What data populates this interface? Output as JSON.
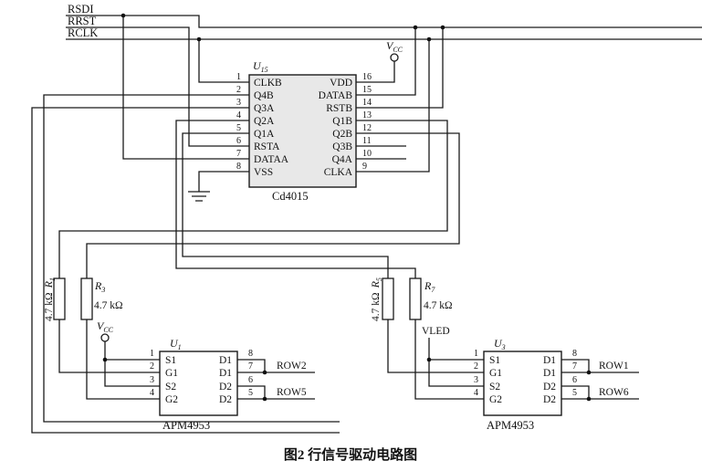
{
  "signals": {
    "s1": "RSDI",
    "s2": "RRST",
    "s3": "RCLK"
  },
  "sr": {
    "ref": "U",
    "ref_sub": "15",
    "part": "Cd4015",
    "left_pins": [
      {
        "num": "1",
        "name": "CLKB"
      },
      {
        "num": "2",
        "name": "Q4B"
      },
      {
        "num": "3",
        "name": "Q3A"
      },
      {
        "num": "4",
        "name": "Q2A"
      },
      {
        "num": "5",
        "name": "Q1A"
      },
      {
        "num": "6",
        "name": "RSTA"
      },
      {
        "num": "7",
        "name": "DATAA"
      },
      {
        "num": "8",
        "name": "VSS"
      }
    ],
    "right_pins": [
      {
        "num": "16",
        "name": "VDD"
      },
      {
        "num": "15",
        "name": "DATAB"
      },
      {
        "num": "14",
        "name": "RSTB"
      },
      {
        "num": "13",
        "name": "Q1B"
      },
      {
        "num": "12",
        "name": "Q2B"
      },
      {
        "num": "11",
        "name": "Q3B"
      },
      {
        "num": "10",
        "name": "Q4A"
      },
      {
        "num": "9",
        "name": "CLKA"
      }
    ]
  },
  "power": {
    "vcc_ref": "V",
    "vcc_sub": "CC",
    "vled": "VLED"
  },
  "resistors": [
    {
      "ref": "R",
      "sub": "1",
      "value": "4.7 kΩ"
    },
    {
      "ref": "R",
      "sub": "3",
      "value": "4.7 kΩ"
    },
    {
      "ref": "R",
      "sub": "5",
      "value": "4.7 kΩ"
    },
    {
      "ref": "R",
      "sub": "7",
      "value": "4.7 kΩ"
    }
  ],
  "drivers": [
    {
      "ref": "U",
      "sub": "1",
      "part": "APM4953",
      "left_pins": [
        {
          "num": "1",
          "name": "S1"
        },
        {
          "num": "2",
          "name": "G1"
        },
        {
          "num": "3",
          "name": "S2"
        },
        {
          "num": "4",
          "name": "G2"
        }
      ],
      "right_pins": [
        {
          "num": "8",
          "name": "D1"
        },
        {
          "num": "7",
          "name": "D1"
        },
        {
          "num": "6",
          "name": "D2"
        },
        {
          "num": "5",
          "name": "D2"
        }
      ],
      "rows": [
        "ROW2",
        "ROW5"
      ]
    },
    {
      "ref": "U",
      "sub": "3",
      "part": "APM4953",
      "left_pins": [
        {
          "num": "1",
          "name": "S1"
        },
        {
          "num": "2",
          "name": "G1"
        },
        {
          "num": "3",
          "name": "S2"
        },
        {
          "num": "4",
          "name": "G2"
        }
      ],
      "right_pins": [
        {
          "num": "8",
          "name": "D1"
        },
        {
          "num": "7",
          "name": "D1"
        },
        {
          "num": "6",
          "name": "D2"
        },
        {
          "num": "5",
          "name": "D2"
        }
      ],
      "rows": [
        "ROW1",
        "ROW6"
      ]
    }
  ],
  "caption": "图2  行信号驱动电路图"
}
